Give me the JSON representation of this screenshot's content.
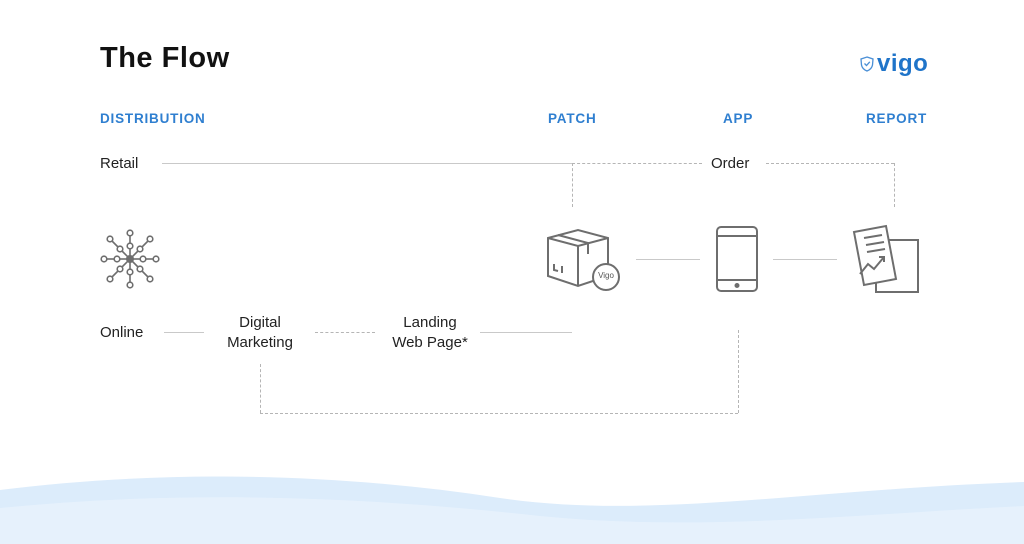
{
  "title": "The Flow",
  "logo": {
    "text": "vigo",
    "icon": "shield-icon"
  },
  "columns": {
    "distribution": "DISTRIBUTION",
    "patch": "PATCH",
    "app": "APP",
    "report": "REPORT"
  },
  "nodes": {
    "retail": "Retail",
    "order": "Order",
    "online": "Online",
    "digital_marketing": [
      "Digital",
      "Marketing"
    ],
    "landing_page": [
      "Landing",
      "Web Page*"
    ]
  },
  "patch_box": {
    "icon": "package-box-icon",
    "badge": "Vigo"
  },
  "icons": {
    "distribution": "network-hub-icon",
    "app": "smartphone-icon",
    "report": "report-chart-icon"
  },
  "colors": {
    "accent": "#2f7fd0",
    "logo": "#1f74c9",
    "icon_stroke": "#6e6e6e",
    "connector": "#c9c9c9",
    "wave": "#dcecfb"
  }
}
